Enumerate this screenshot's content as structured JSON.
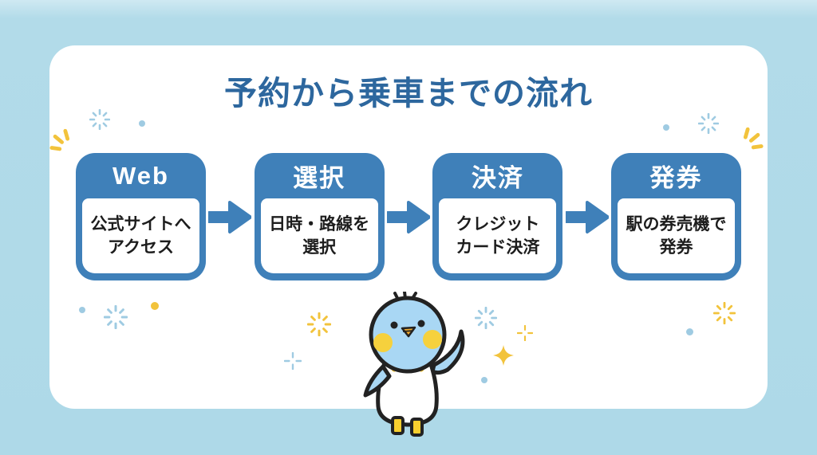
{
  "title": "予約から乗車までの流れ",
  "steps": [
    {
      "header": "Web",
      "body": "公式サイトへ\nアクセス"
    },
    {
      "header": "選択",
      "body": "日時・路線を\n選択"
    },
    {
      "header": "決済",
      "body": "クレジット\nカード決済"
    },
    {
      "header": "発券",
      "body": "駅の券売機で\n発券"
    }
  ],
  "colors": {
    "background": "#b2dbe9",
    "card": "#ffffff",
    "step_blue": "#3f80b9",
    "title_blue": "#2d679e",
    "text_dark": "#1d1d1d",
    "accent_yellow": "#f2c33c",
    "sparkle_blue": "#9fcbe2"
  }
}
